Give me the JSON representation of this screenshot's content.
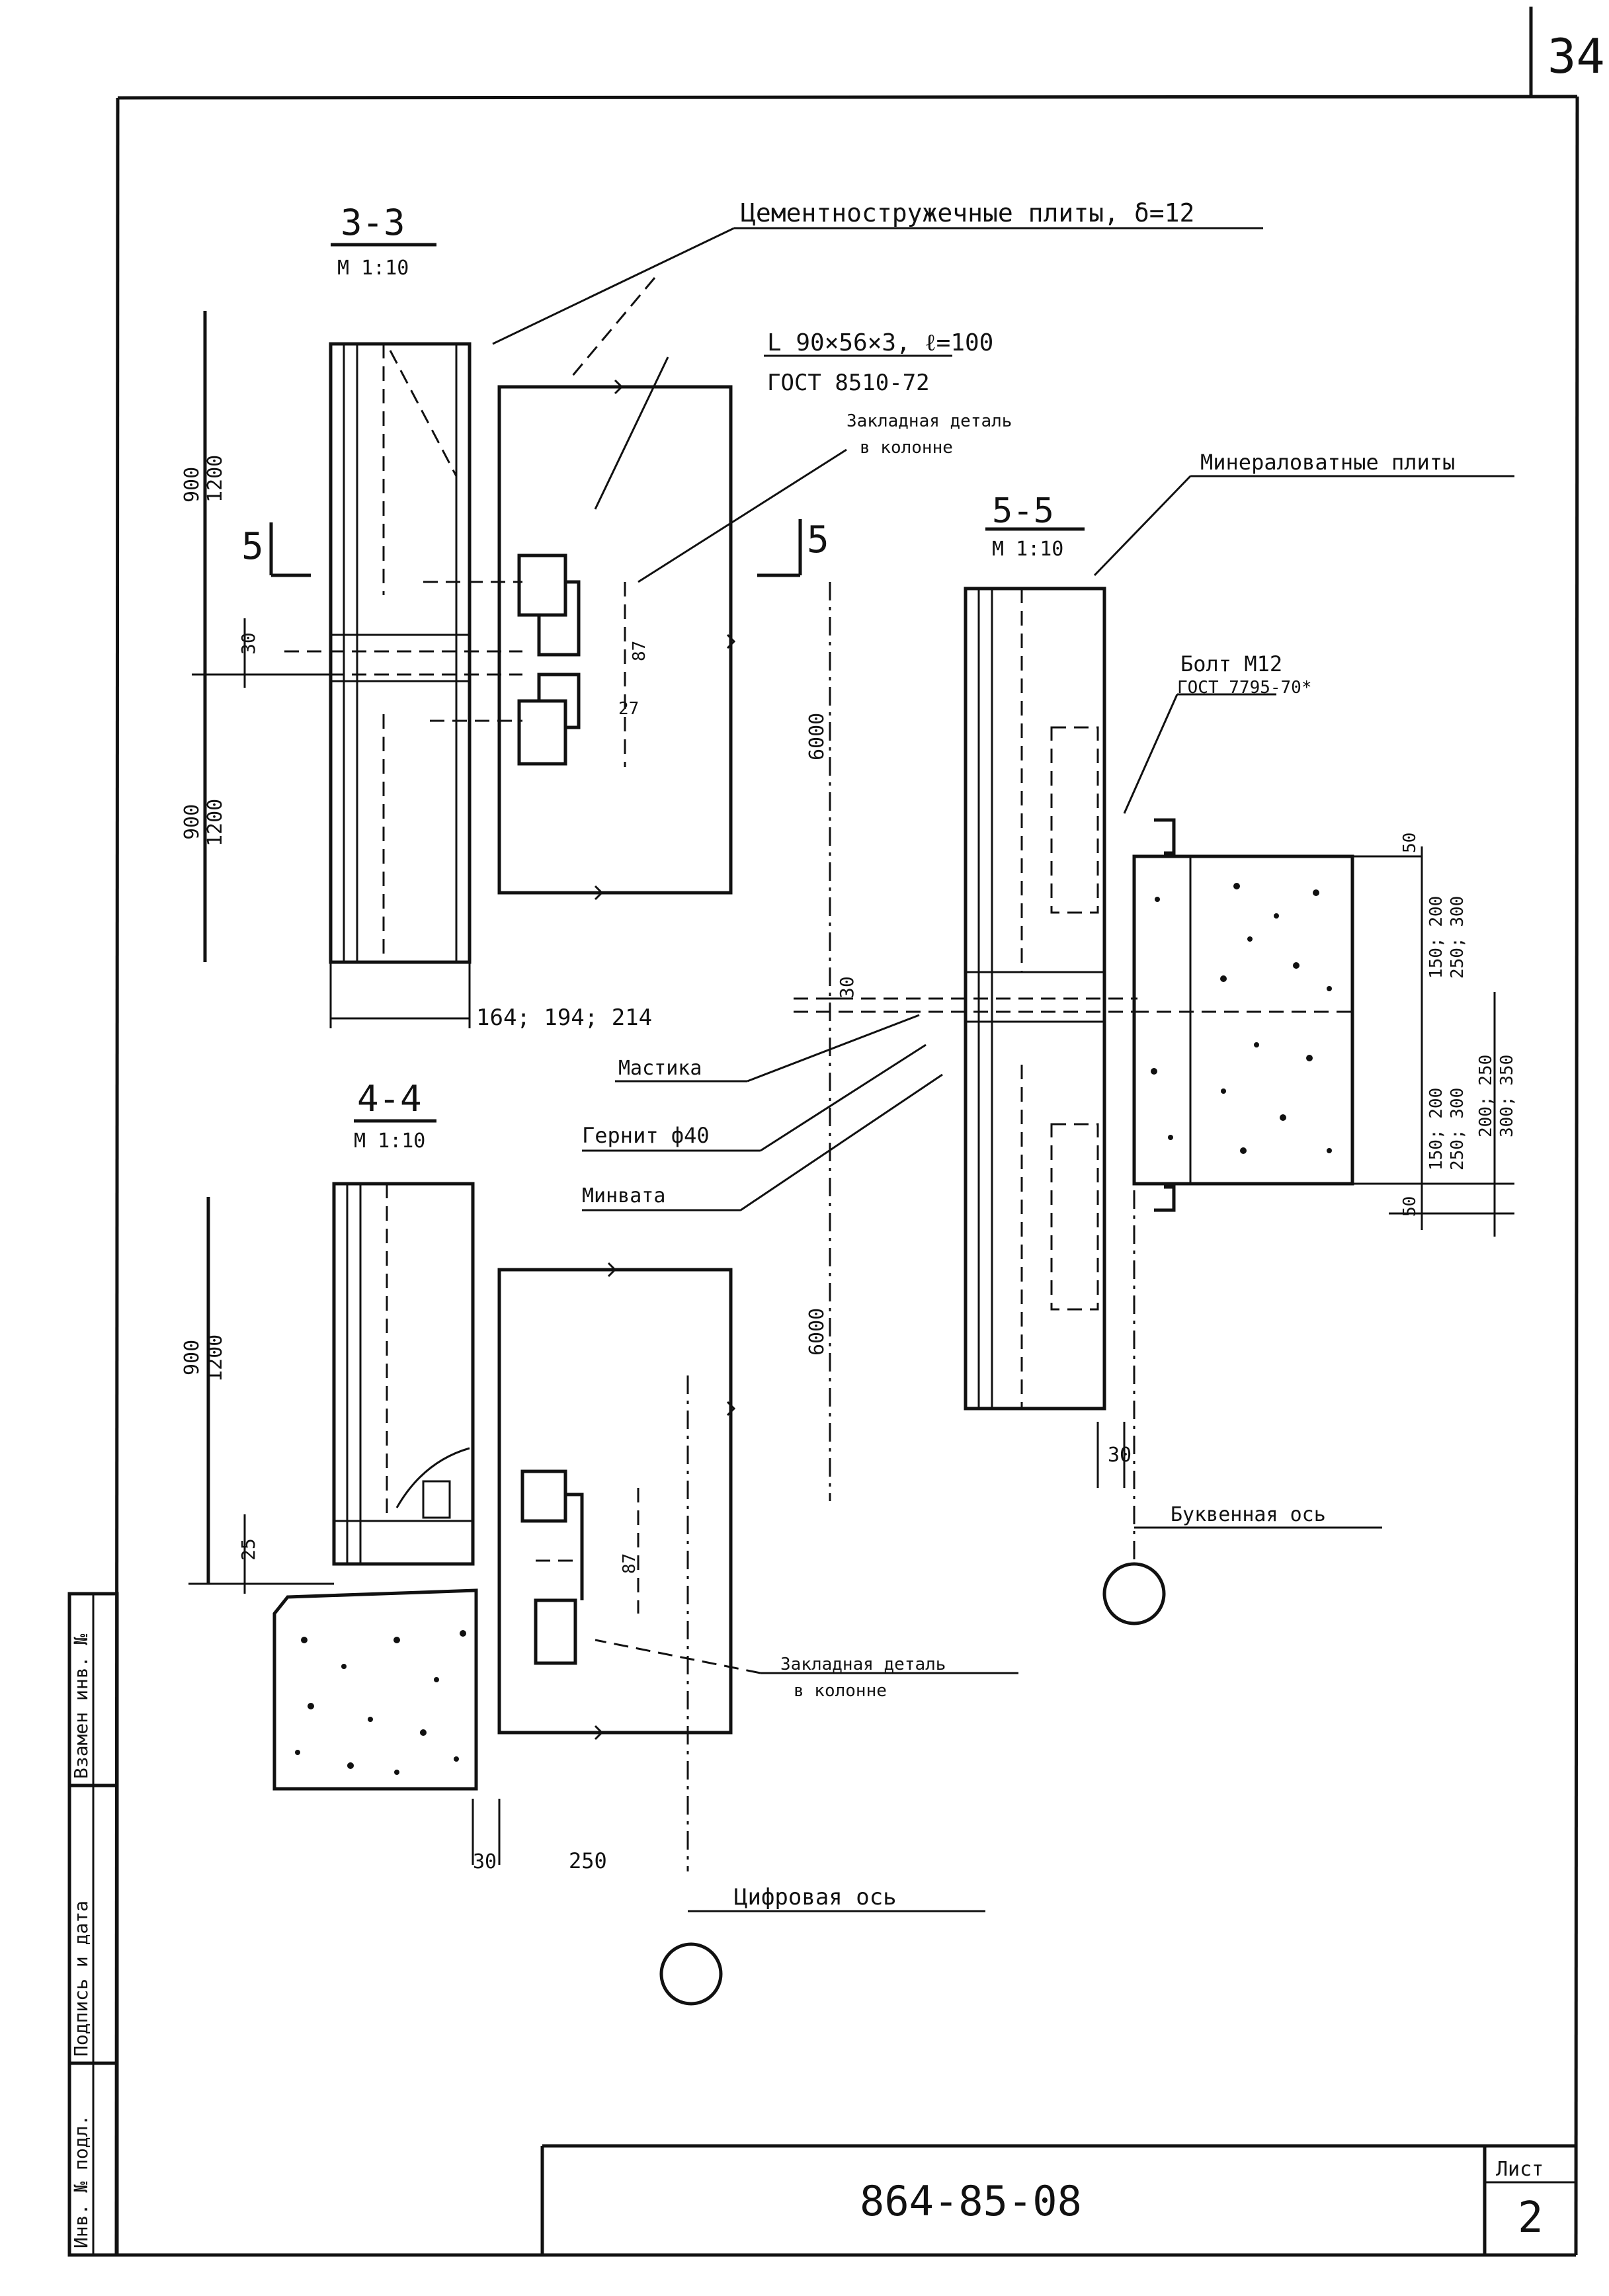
{
  "page": {
    "sheet_corner_number": "34"
  },
  "sections": {
    "s33": {
      "mark": "3-3",
      "scale": "М 1:10"
    },
    "s44": {
      "mark": "4-4",
      "scale": "М 1:10"
    },
    "s55": {
      "mark": "5-5",
      "scale": "М 1:10"
    },
    "cut_mark_left": "5",
    "cut_mark_right": "5"
  },
  "callouts": {
    "cement_chip_slabs": "Цементностружечные плиты, δ=12",
    "angle_profile": "L 90×56×3, ℓ=100",
    "angle_gost": "ГОСТ 8510-72",
    "embedded_part_top_line1": "Закладная деталь",
    "embedded_part_top_line2": "в колонне",
    "mineral_wool_slabs": "Минераловатные плиты",
    "bolt": "Болт М12",
    "bolt_gost": "ГОСТ 7795-70*",
    "mastic": "Мастика",
    "sealant": "Гернит ф40",
    "mineral_wool": "Минвата",
    "embedded_part_bottom_line1": "Закладная деталь",
    "embedded_part_bottom_line2": "в колонне",
    "letter_axis": "Буквенная ось",
    "digit_axis": "Цифровая ось"
  },
  "dimensions": {
    "s33_upper_a": "900",
    "s33_upper_b": "1200",
    "s33_gap": "30",
    "s33_lower_a": "900",
    "s33_lower_b": "1200",
    "s33_width": "164; 194; 214",
    "s33_dim_87": "87",
    "s33_dim_27": "27",
    "mid_height_top": "6000",
    "mid_height_bottom": "6000",
    "s55_gap": "30",
    "s55_dim_30": "30",
    "s55_right_a1": "150; 200",
    "s55_right_a2": "250; 300",
    "s55_right_b1": "150; 200",
    "s55_right_b2": "250; 300",
    "s55_right_c1": "200; 250",
    "s55_right_c2": "300; 350",
    "s55_top_small": "50",
    "s55_bottom_small": "50",
    "s44_height_a": "900",
    "s44_height_b": "1200",
    "s44_gap": "25",
    "s44_dim_87": "87",
    "s44_bottom_30": "30",
    "s44_bottom_250": "250"
  },
  "title_block": {
    "doc_number": "864-85-08",
    "sheet_label": "Лист",
    "sheet_number": "2"
  },
  "side_stamp": {
    "col1": "Инв. № подл.",
    "col2": "Подпись и дата",
    "col3": "Взамен инв. №"
  }
}
